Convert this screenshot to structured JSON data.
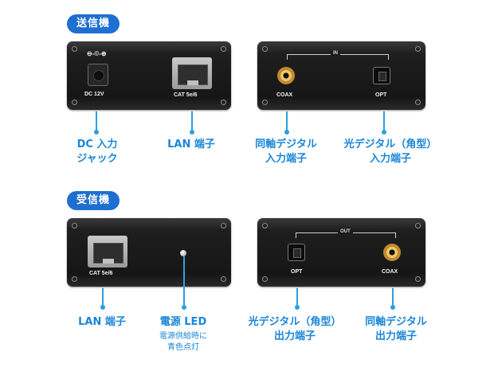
{
  "transmitter": {
    "badge": "送信機",
    "ports": {
      "dc": "DC 12V",
      "lan": "CAT 5e/6",
      "in_group": "IN",
      "coax": "COAX",
      "opt": "OPT"
    },
    "captions": {
      "dc_line1": "DC 入力",
      "dc_line2": "ジャック",
      "lan": "LAN 端子",
      "coax_line1": "同軸デジタル",
      "coax_line2": "入力端子",
      "opt_line1": "光デジタル（角型）",
      "opt_line2": "入力端子"
    }
  },
  "receiver": {
    "badge": "受信機",
    "ports": {
      "lan": "CAT 5e/6",
      "out_group": "OUT",
      "opt": "OPT",
      "coax": "COAX"
    },
    "captions": {
      "lan": "LAN 端子",
      "led": "電源 LED",
      "led_sub1": "電源供給時に",
      "led_sub2": "青色点灯",
      "opt_line1": "光デジタル（角型）",
      "opt_line2": "出力端子",
      "coax_line1": "同軸デジタル",
      "coax_line2": "出力端子"
    }
  },
  "colors": {
    "badge": "#1e6fd0",
    "caption": "#1a86d8",
    "panel": "#1b1b1b",
    "rca_gold": "#d9a44a"
  }
}
